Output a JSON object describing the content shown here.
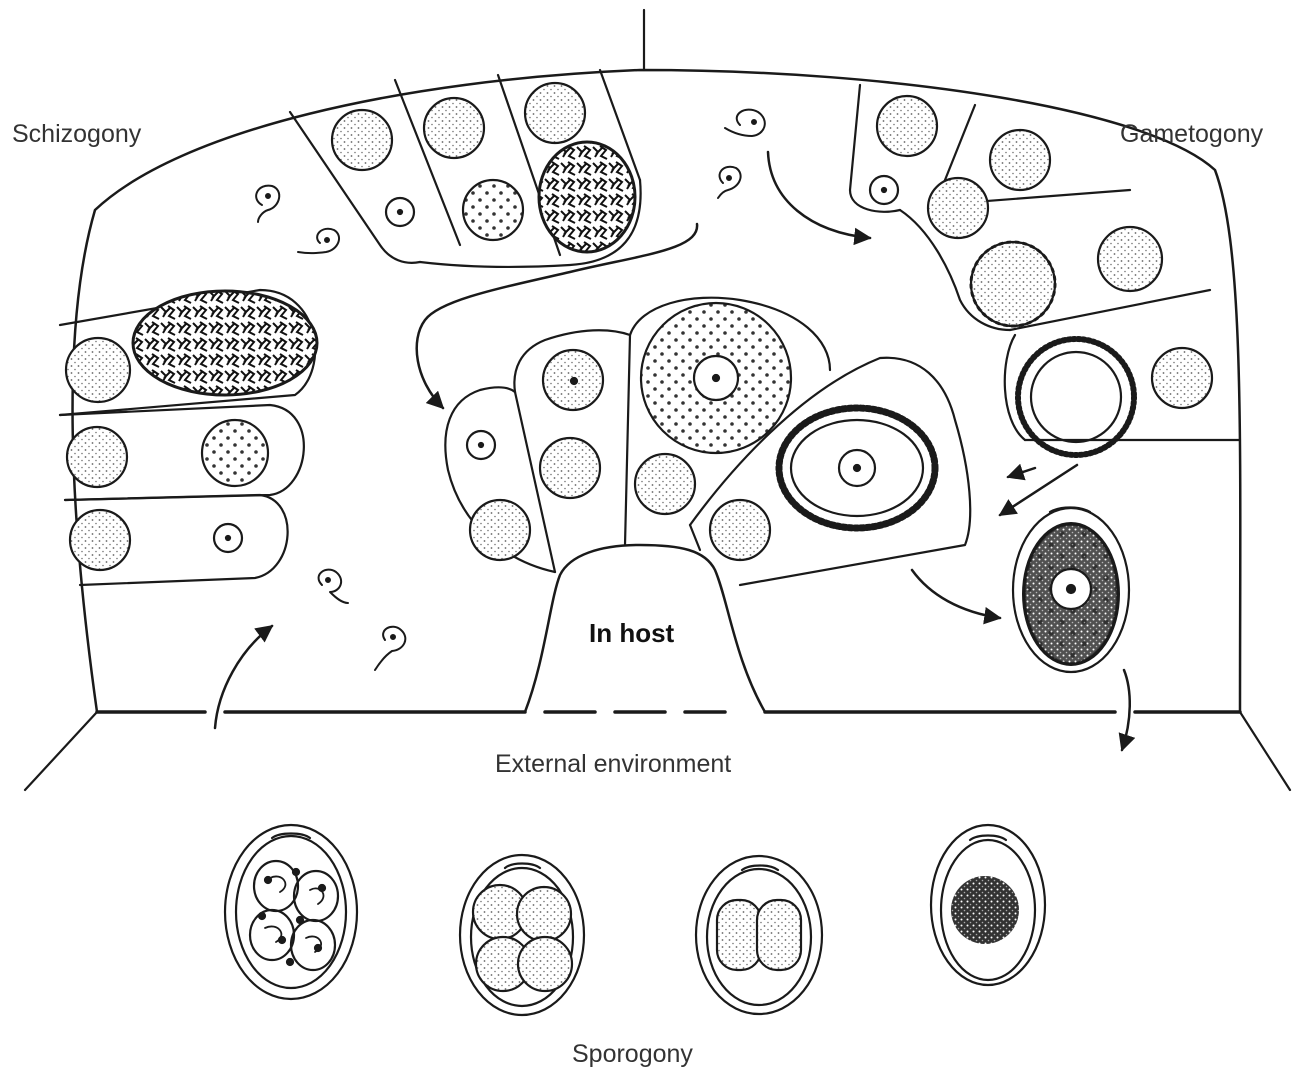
{
  "labels": {
    "schizogony": "Schizogony",
    "gametogony": "Gametogony",
    "in_host": "In host",
    "external_environment": "External environment",
    "sporogony": "Sporogony"
  },
  "colors": {
    "line": "#1a1a1a",
    "stipple": "#6b6b6b",
    "dense": "#222222",
    "background": "#ffffff"
  }
}
